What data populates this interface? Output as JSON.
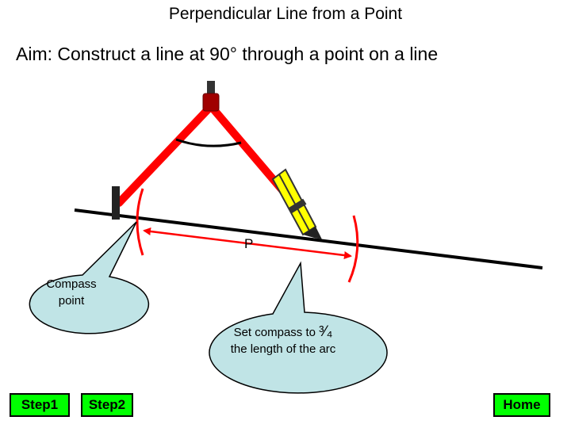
{
  "header": {
    "title": "Perpendicular Line from a Point",
    "aim": "Aim: Construct a line at 90° through a point on a line"
  },
  "diagram": {
    "point_label": "P",
    "line_color": "#000000",
    "compass_color": "#ff0000",
    "pencil_color": "#ffff00",
    "arc_color": "#ff0000",
    "callout_fill": "#c0e4e6"
  },
  "callouts": {
    "compass_point_line1": "Compass",
    "compass_point_line2": "point",
    "set_compass_prefix": "Set compass to ",
    "set_compass_fraction": "³⁄₄",
    "set_compass_line2": "the length of the arc"
  },
  "buttons": {
    "step1": "Step1",
    "step2": "Step2",
    "home": "Home"
  }
}
